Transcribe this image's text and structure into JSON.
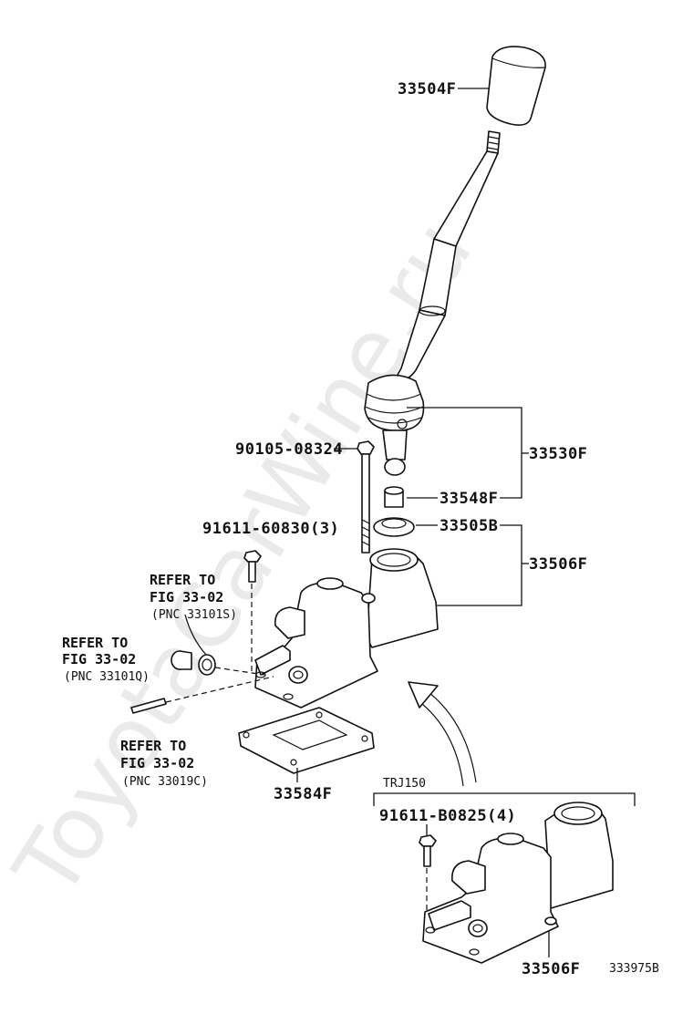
{
  "watermark": "ToyotaCarWine.ru",
  "labels": {
    "knob": "33504F",
    "lever_assy": "33530F",
    "bushing": "33548F",
    "seal": "33505B",
    "housing": "33506F",
    "gasket": "33584F",
    "bolt_top": "90105-08324",
    "bolt_side": "91611-60830(3)",
    "bolt_trj": "91611-B0825(4)",
    "housing_trj": "33506F",
    "variant": "TRJ150",
    "figure_id": "333975B"
  },
  "refs": [
    {
      "line1": "REFER TO",
      "line2": "FIG 33-02",
      "line3": "(PNC 33101S)"
    },
    {
      "line1": "REFER TO",
      "line2": "FIG 33-02",
      "line3": "(PNC 33101Q)"
    },
    {
      "line1": "REFER TO",
      "line2": "FIG 33-02",
      "line3": "(PNC 33019C)"
    }
  ]
}
